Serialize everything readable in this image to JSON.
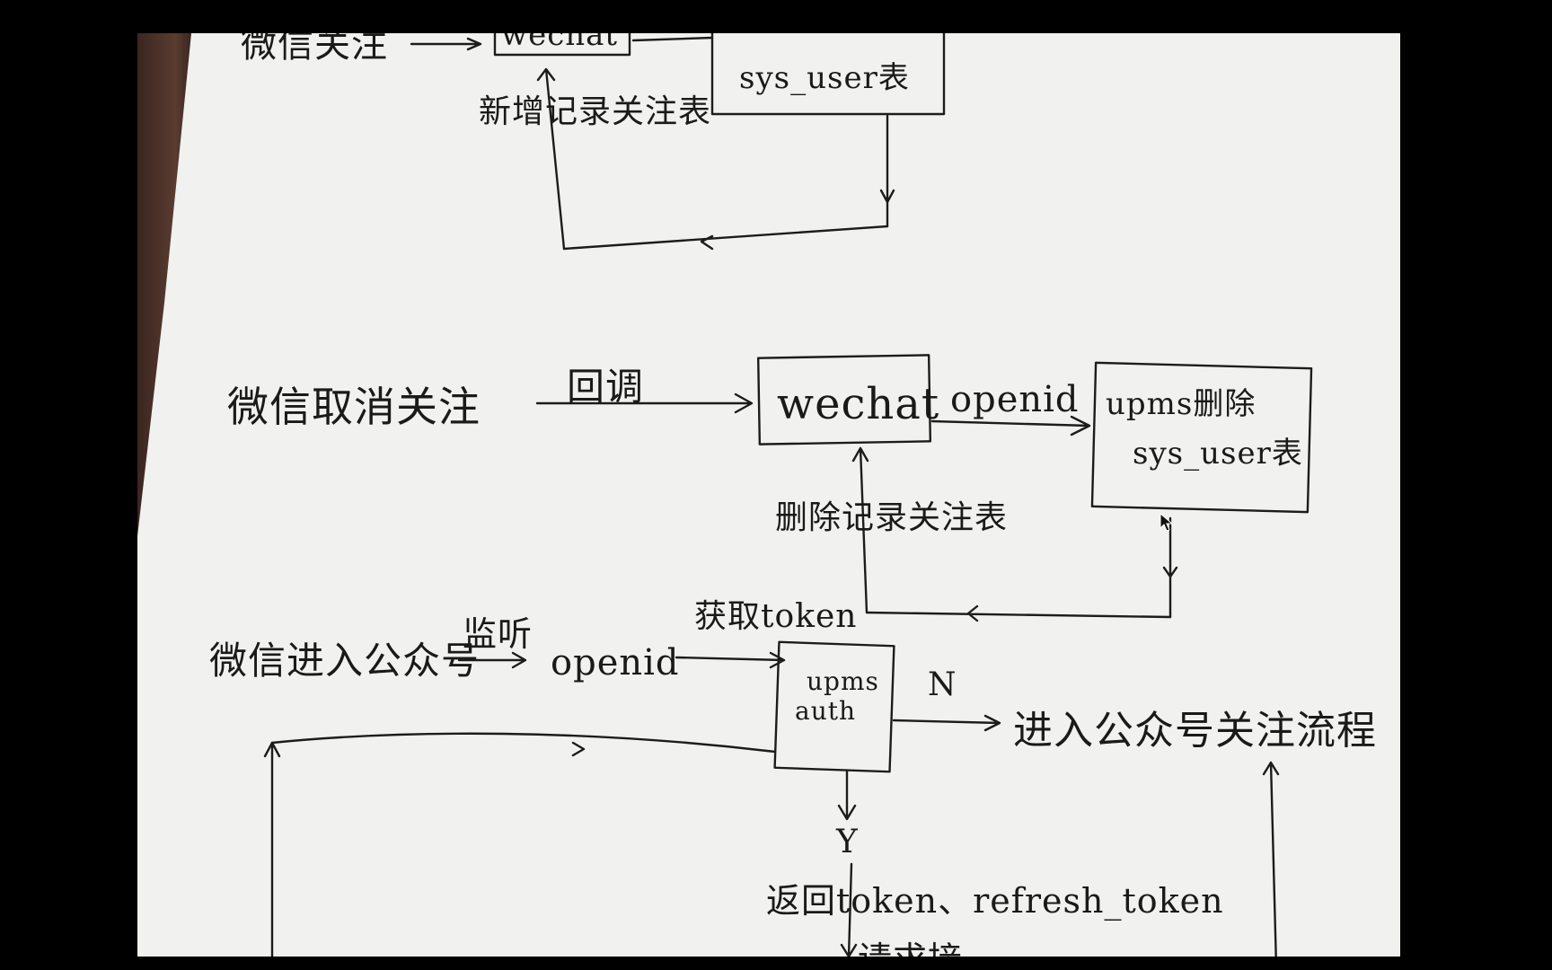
{
  "diagram": {
    "top_section": {
      "start_label": "微信关注",
      "wechat_box": "wechat",
      "sys_user_box": "sys_user表",
      "return_label": "新增记录关注表"
    },
    "middle_section": {
      "start_label": "微信取消关注",
      "callback_label": "回调",
      "wechat_box": "wechat",
      "openid_label": "openid",
      "upms_box_line1": "upms删除",
      "upms_box_line2": "sys_user表",
      "delete_label": "删除记录关注表"
    },
    "bottom_section": {
      "start_label": "微信进入公众号",
      "listen_label": "监听",
      "openid_label": "openid",
      "get_token_label": "获取token",
      "upms_auth_line1": "upms",
      "upms_auth_line2": "auth",
      "no_label": "N",
      "follow_flow_label": "进入公众号关注流程",
      "yes_label": "Y",
      "return_token_label": "返回token、refresh_token",
      "request_label": "请求接"
    }
  }
}
